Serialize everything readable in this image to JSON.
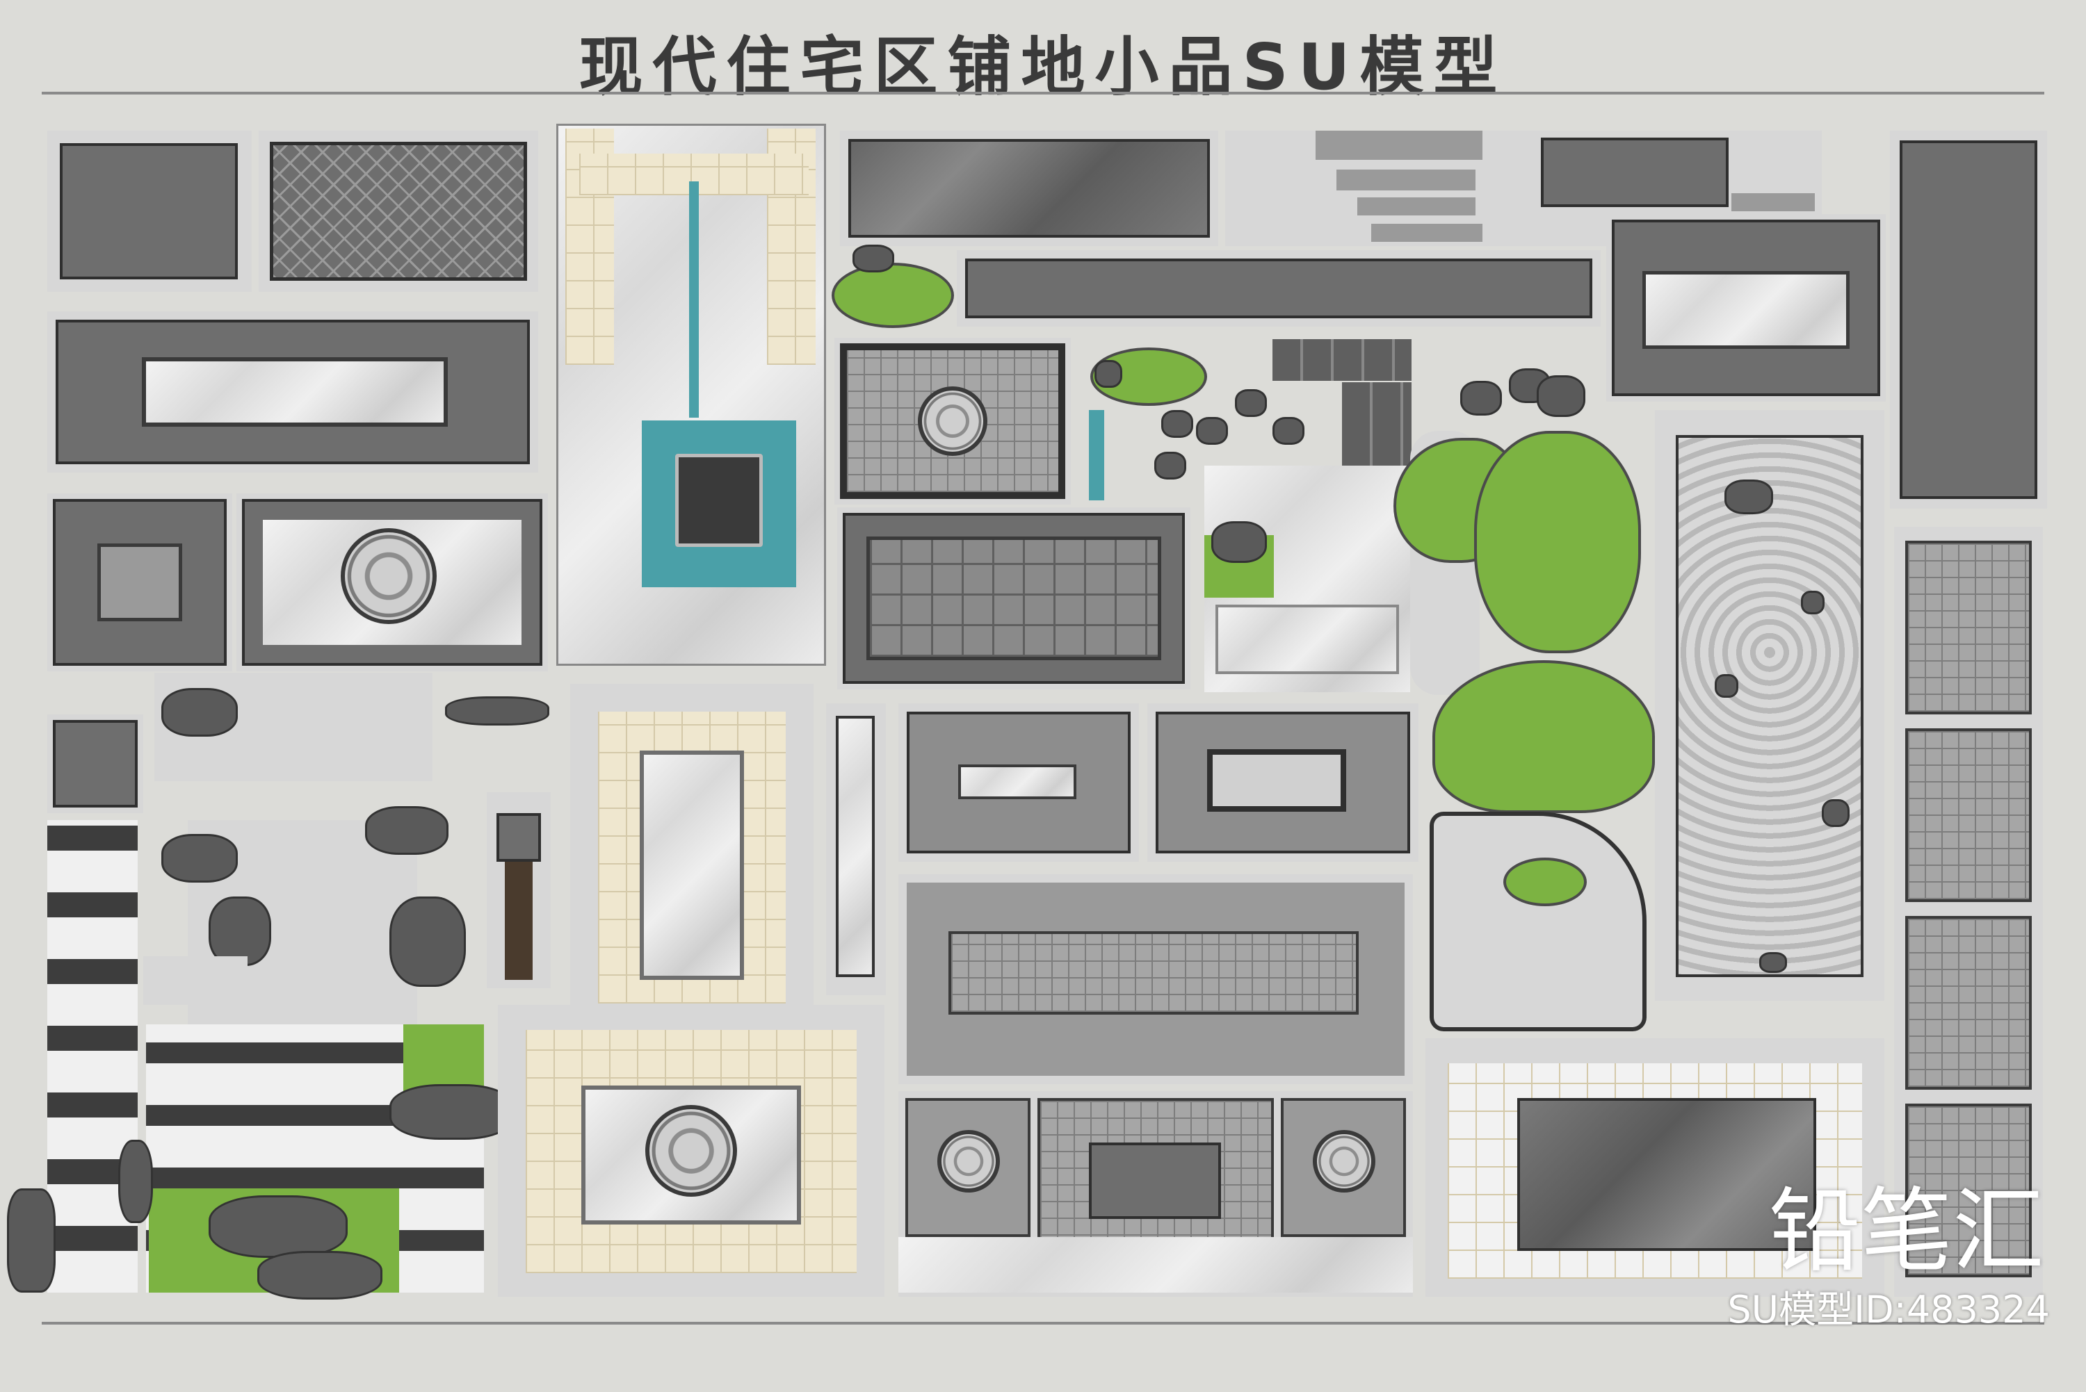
{
  "title": "现代住宅区铺地小品SU模型",
  "watermark": {
    "brand": "铅笔汇",
    "model_id": "SU模型ID:483324"
  },
  "colors": {
    "background": "#dcdcd8",
    "dark_paving": "#6e6e6e",
    "grass": "#7cb342",
    "water": "#4aa0a8"
  }
}
